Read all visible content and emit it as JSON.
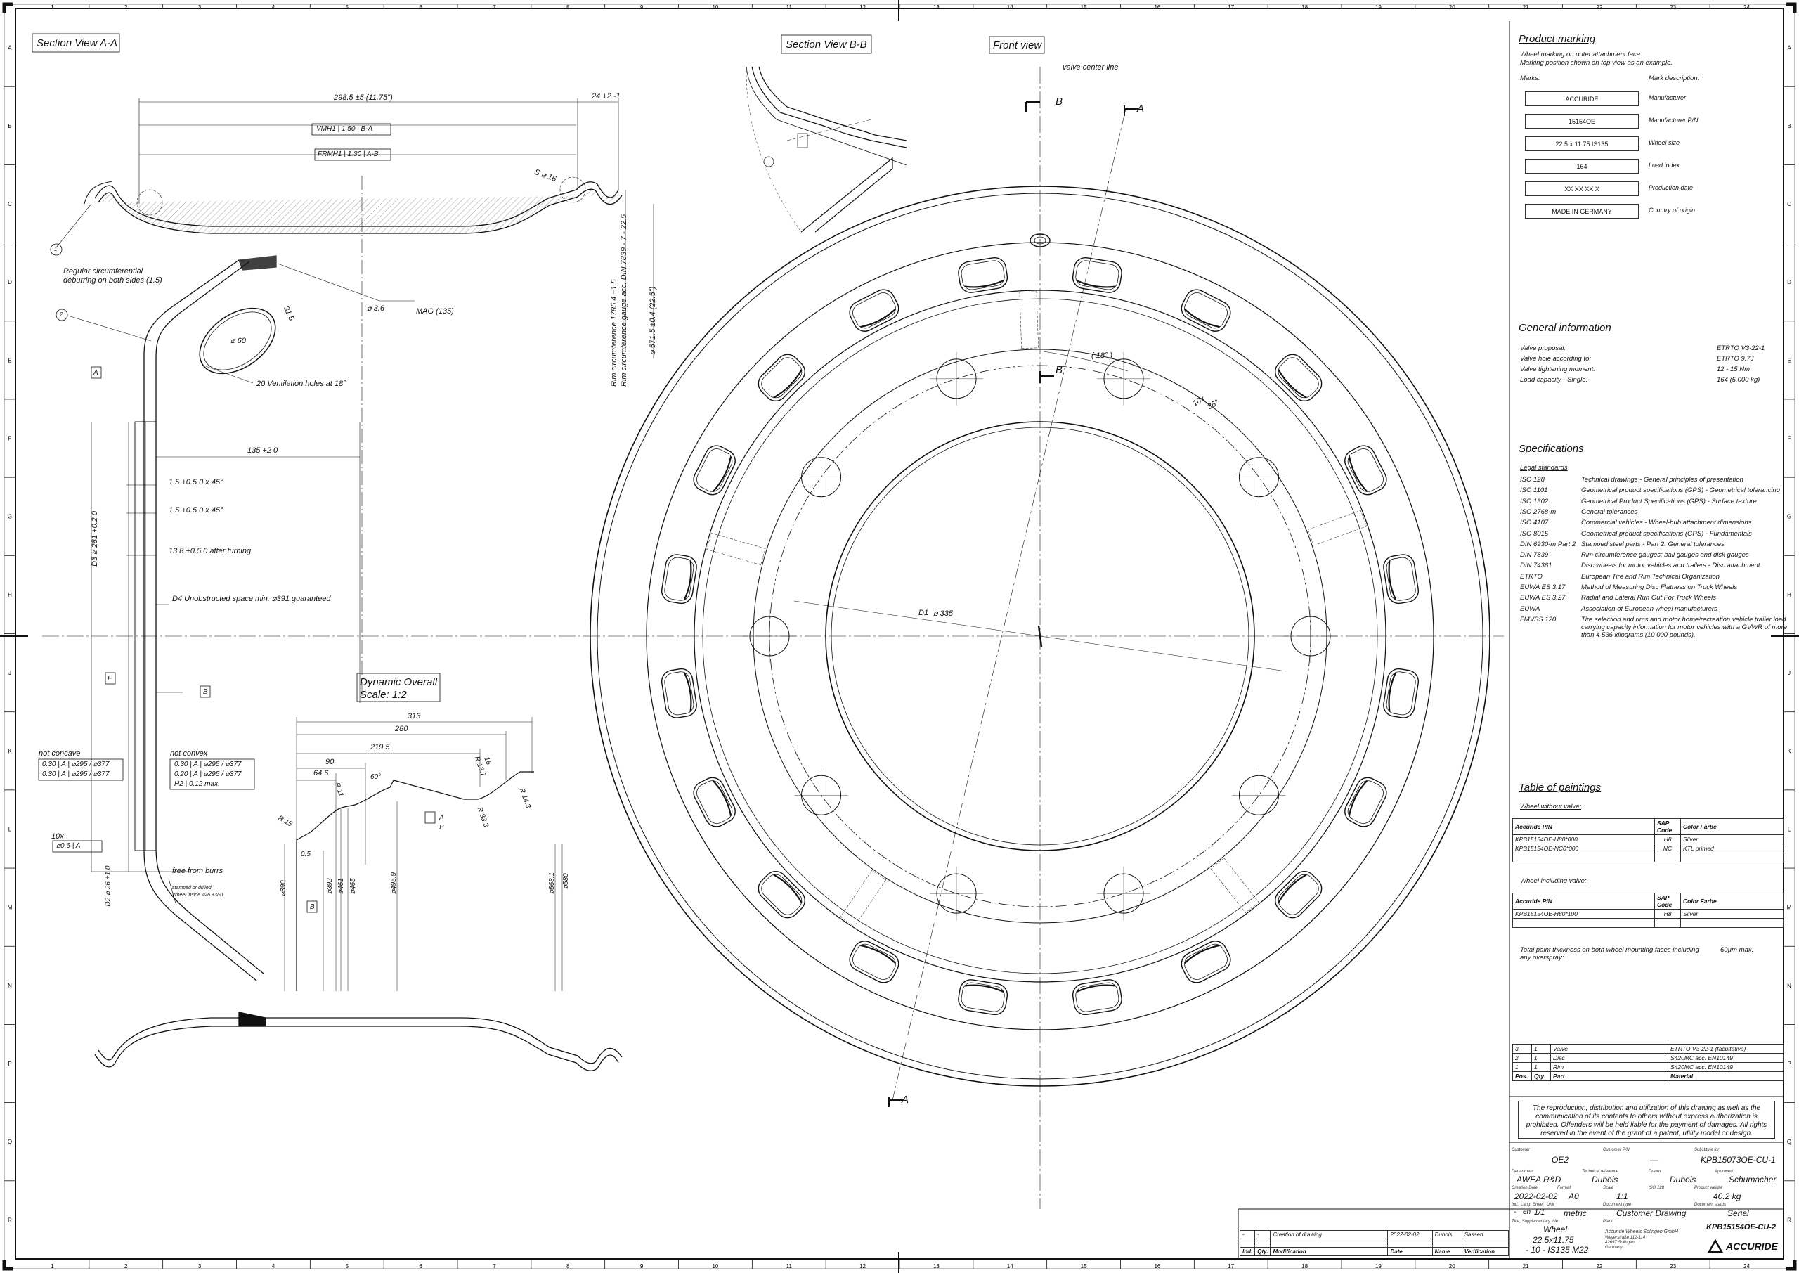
{
  "views": {
    "section_aa": "Section View A-A",
    "section_bb": "Section View B-B",
    "front": "Front view",
    "dynamic": "Dynamic Overall",
    "dynamic_scale": "Scale: 1:2"
  },
  "front_labels": {
    "valve_center_line": "valve center line",
    "b_top": "B",
    "a_top": "A",
    "b_mid": "B",
    "a_bottom": "A",
    "angle_18": "( 18° )",
    "holes": "10x",
    "holes_angle": "36°",
    "d1": "D1",
    "d1_val": "⌀ 335"
  },
  "section_aa_labels": {
    "dim_2985": "298.5 ±5 (11.75\")",
    "dim_24": "24 +2 -1",
    "vmh1": "VMH1 | 1.50 | B-A",
    "frmh1": "FRMH1 | 1.30 | A-B",
    "s16": "S ⌀ 16",
    "item1": "1",
    "item2": "2",
    "deburr1": "Regular circumferential",
    "deburr2": "deburring on both sides (1.5)",
    "d36": "⌀ 3.6",
    "mag": "MAG (135)",
    "r315": "31.5",
    "d60": "⌀ 60",
    "vent": "20 Ventilation holes at 18°",
    "label_a": "A",
    "dim_135": "135 +2 0",
    "c15a": "1.5 +0.5 0 x 45°",
    "c15b": "1.5 +0.5 0 x 45°",
    "d3": "D3 ⌀ 281 +0.2 0",
    "t138": "13.8 +0.5 0  after turning",
    "d4": "D4 Unobstructed space min. ⌀391 guaranteed",
    "label_f": "F",
    "label_b": "B",
    "nc_title": "not concave",
    "nc1": "0.30 | A | ⌀295 / ⌀377",
    "nc2": "0.30 | A | ⌀295 / ⌀377",
    "nx_title": "not convex",
    "nx1": "0.30 | A | ⌀295 / ⌀377",
    "nx2": "0.20 | A | ⌀295 / ⌀377",
    "nx3": "H2 | 0.12 max.",
    "h10x": "10x",
    "h10v": "⌀0.6 | A",
    "burr": "free from burrs",
    "stamp1": "stamped or drilled",
    "stamp2": "Wheel inside ⌀26 +3/-0",
    "d2": "D2 ⌀ 26 +1 0",
    "rim_circ1": "Rim circumference 1785.4 ±1.5",
    "rim_circ2": "Rim circumference gauge acc. DIN 7839 - 7 - 22.5",
    "d5715": "⌀ 571.5 ±0.4 (22.5\")"
  },
  "dynamic_labels": {
    "d313": "313",
    "d280": "280",
    "d2195": "219.5",
    "d90": "90",
    "d646": "64.6",
    "r11": "R 11",
    "a60": "60°",
    "r137": "R 13.7",
    "r16": "16",
    "r143": "R 14.3",
    "r15": "R 15",
    "r333": "R 33.3",
    "d05": "0.5",
    "la": "A",
    "lb": "B",
    "lb2": "B",
    "v390": "⌀390",
    "v392": "⌀392",
    "v461": "⌀461",
    "v465": "⌀465",
    "v4959": "⌀495.9",
    "v5681": "⌀568.1",
    "v580": "⌀580"
  },
  "product_marking": {
    "title": "Product marking",
    "note1": "Wheel marking on outer attachment face.",
    "note2": "Marking position shown on top view as an example.",
    "col_marks": "Marks:",
    "col_desc": "Mark description:",
    "rows": [
      {
        "mark": "ACCURIDE",
        "desc": "Manufacturer"
      },
      {
        "mark": "15154OE",
        "desc": "Manufacturer P/N"
      },
      {
        "mark": "22.5 x 11.75   IS135",
        "desc": "Wheel size"
      },
      {
        "mark": "164",
        "desc": "Load index"
      },
      {
        "mark": "XX XX XX X",
        "desc": "Production date"
      },
      {
        "mark": "MADE IN GERMANY",
        "desc": "Country of origin"
      }
    ]
  },
  "general_info": {
    "title": "General information",
    "rows": [
      {
        "k": "Valve proposal:",
        "v": "ETRTO V3-22-1"
      },
      {
        "k": "Valve hole according to:",
        "v": "ETRTO 9.7J"
      },
      {
        "k": "Valve tightening moment:",
        "v": "12 - 15 Nm"
      },
      {
        "k": "Load capacity - Single:",
        "v": "164 (5.000 kg)"
      }
    ]
  },
  "specifications": {
    "title": "Specifications",
    "legal": "Legal standards",
    "rows": [
      {
        "k": "ISO 128",
        "v": "Technical drawings - General principles of presentation"
      },
      {
        "k": "ISO 1101",
        "v": "Geometrical product specifications (GPS) - Geometrical tolerancing"
      },
      {
        "k": "ISO 1302",
        "v": "Geometrical Product Specifications (GPS) - Surface texture"
      },
      {
        "k": "ISO 2768-m",
        "v": "General tolerances"
      },
      {
        "k": "ISO 4107",
        "v": "Commercial vehicles - Wheel-hub attachment dimensions"
      },
      {
        "k": "ISO 8015",
        "v": "Geometrical product specifications (GPS) - Fundamentals"
      },
      {
        "k": "DIN 6930-m Part 2",
        "v": "Stamped steel parts - Part 2: General tolerances"
      },
      {
        "k": "DIN 7839",
        "v": "Rim circumference gauges; ball gauges and disk gauges"
      },
      {
        "k": "DIN 74361",
        "v": "Disc wheels for motor vehicles and trailers - Disc attachment"
      },
      {
        "k": "ETRTO",
        "v": "European Tire and Rim Technical Organization"
      },
      {
        "k": "EUWA ES 3.17",
        "v": "Method of Measuring Disc Flatness on Truck Wheels"
      },
      {
        "k": "EUWA ES 3.27",
        "v": "Radial and Lateral Run Out For Truck Wheels"
      },
      {
        "k": "EUWA",
        "v": "Association of European wheel manufacturers"
      },
      {
        "k": "FMVSS 120",
        "v": "Tire selection and rims and motor home/recreation vehicle trailer load"
      },
      {
        "k": "",
        "v": "carrying capacity information for motor vehicles with a GVWR of more"
      },
      {
        "k": "",
        "v": "than 4 536 kilograms (10 000 pounds)."
      }
    ]
  },
  "paintings": {
    "title": "Table of paintings",
    "without": "Wheel without valve:",
    "with": "Wheel including valve:",
    "h_pn": "Accuride P/N",
    "h_sap": "SAP Code",
    "h_color": "Color Farbe",
    "rows_without": [
      {
        "pn": "KPB15154OE-H80*000",
        "sap": "H8",
        "color": "Silver"
      },
      {
        "pn": "KPB15154OE-NC0*000",
        "sap": "NC",
        "color": "KTL primed"
      }
    ],
    "rows_with": [
      {
        "pn": "KPB15154OE-H80*100",
        "sap": "H8",
        "color": "Silver"
      }
    ],
    "note": "Total paint thickness on both wheel mounting faces including any overspray:",
    "note_val": "60µm max."
  },
  "parts": {
    "rows": [
      {
        "pos": "3",
        "qty": "1",
        "part": "Valve",
        "mat": "ETRTO V3-22-1 (facultative)"
      },
      {
        "pos": "2",
        "qty": "1",
        "part": "Disc",
        "mat": "S420MC acc. EN10149"
      },
      {
        "pos": "1",
        "qty": "1",
        "part": "Rim",
        "mat": "S420MC acc. EN10149"
      }
    ],
    "h_pos": "Pos.",
    "h_qty": "Qty.",
    "h_part": "Part",
    "h_mat": "Material"
  },
  "copyright": "The reproduction, distribution and utilization of this drawing as well as the communication of its contents to others without express authorization is prohibited. Offenders will be held liable for the payment of damages. All rights reserved in the event of the grant of a patent, utility model or design.",
  "title_block": {
    "customer_l": "Customer",
    "customer": "OE2",
    "custpn_l": "Customer P/N",
    "custpn": "—",
    "subst_l": "Substitute for",
    "subst": "KPB15073OE-CU-1",
    "dept_l": "Department",
    "dept": "AWEA R&D",
    "techref_l": "Technical reference",
    "techref": "Dubois",
    "drawn_l": "Drawn",
    "drawn": "Dubois",
    "appr_l": "Approved",
    "appr": "Schumacher",
    "cdate_l": "Creation Date",
    "cdate": "2022-02-02",
    "format_l": "Format",
    "format": "A0",
    "scale_l": "Scale",
    "scale": "1:1",
    "iso_l": "ISO 128",
    "weight_l": "Product weight",
    "weight": "40.2 kg",
    "ind_l": "Ind.",
    "ind": "-",
    "lang_l": "Lang.",
    "lang": "en",
    "sheet_l": "Sheet",
    "sheet": "1/1",
    "unit_l": "Unit",
    "unit": "metric",
    "doctype_l": "Document type",
    "doctype": "Customer Drawing",
    "docstatus_l": "Document status",
    "docstatus": "Serial",
    "titlel": "Title, Supplementary title",
    "title1": "Wheel",
    "title2": "22.5x11.75",
    "title3": "- 10 - IS135 M22",
    "plant_l": "Plant",
    "plant1": "Accuride Wheels Solingen GmbH",
    "plant2": "Weyerstraße 112-114",
    "plant3": "42697 Solingen",
    "plant4": "Germany",
    "docno": "KPB15154OE-CU-2",
    "logo": "ACCURIDE"
  },
  "revision": {
    "r_ind": "-",
    "r_qty": "-",
    "r_mod": "Creation of drawing",
    "r_date": "2022-02-02",
    "r_name": "Dubois",
    "r_ver": "Sassen",
    "h_ind": "Ind.",
    "h_qty": "Qty.",
    "h_mod": "Modification",
    "h_date": "Date",
    "h_name": "Name",
    "h_ver": "Verification"
  },
  "grid": {
    "cols": [
      "1",
      "2",
      "3",
      "4",
      "5",
      "6",
      "7",
      "8",
      "9",
      "10",
      "11",
      "12",
      "13",
      "14",
      "15",
      "16",
      "17",
      "18",
      "19",
      "20",
      "21",
      "22",
      "23",
      "24"
    ],
    "rows": [
      "A",
      "B",
      "C",
      "D",
      "E",
      "F",
      "G",
      "H",
      "J",
      "K",
      "L",
      "M",
      "N",
      "P",
      "Q",
      "R"
    ]
  }
}
